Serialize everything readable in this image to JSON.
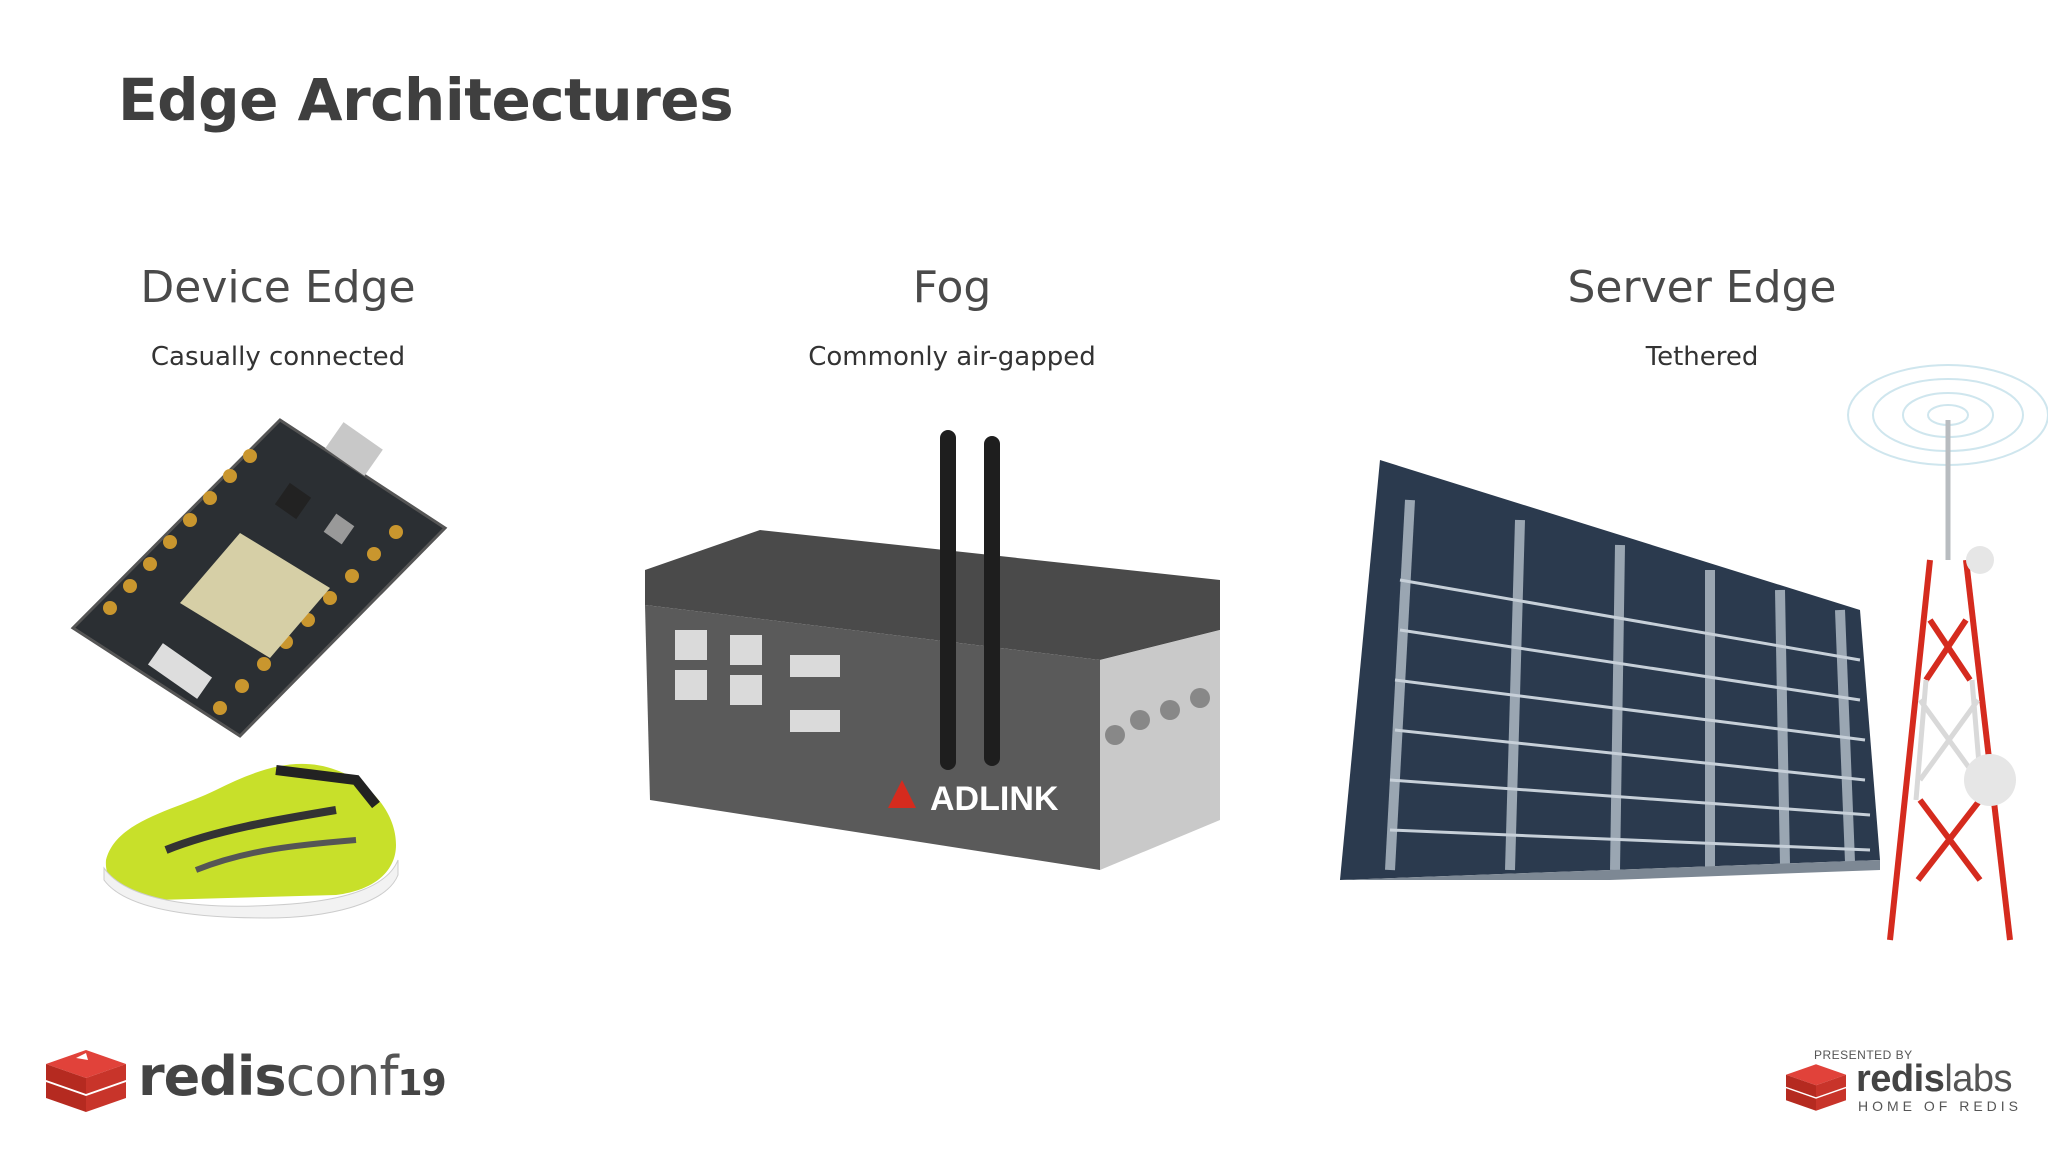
{
  "slide": {
    "title": "Edge Architectures",
    "columns": [
      {
        "heading": "Device Edge",
        "subtitle": "Casually connected"
      },
      {
        "heading": "Fog",
        "subtitle": "Commonly air-gapped"
      },
      {
        "heading": "Server Edge",
        "subtitle": "Tethered"
      }
    ],
    "device_label": "ADLINK"
  },
  "footer": {
    "rc_redis": "redis",
    "rc_conf": "conf",
    "rc_year": "19",
    "presented_by": "PRESENTED BY",
    "rl_redis": "redis",
    "rl_labs": "labs",
    "rl_tagline": "HOME OF REDIS"
  },
  "colors": {
    "title": "#3f3f3f",
    "redis_red": "#d52b1e",
    "shoe_yellow": "#c8e02a"
  },
  "icons": [
    "iot-board-image",
    "sneaker-image",
    "industrial-pc-image",
    "server-racks-image",
    "cell-tower-image",
    "redisconf-logo-icon",
    "redislabs-logo-icon"
  ]
}
